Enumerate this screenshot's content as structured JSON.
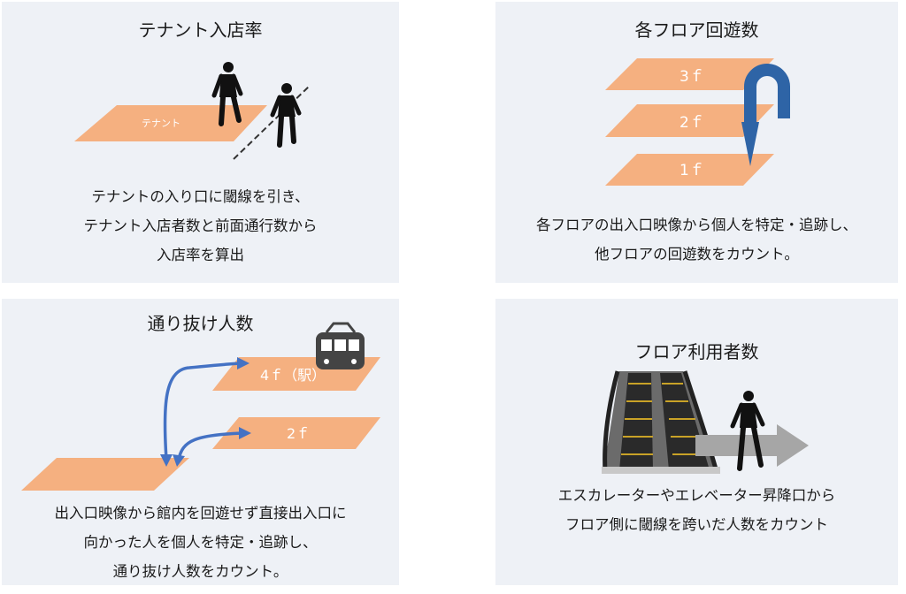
{
  "colors": {
    "panel": "#eef1f6",
    "plate": "#f5b080",
    "arrow_blue": "#4472c4",
    "uturn_blue": "#2e64a6",
    "arrow_gray": "#a6a6a6",
    "figure": "#111111"
  },
  "panels": [
    {
      "title": "テナント入店率",
      "labels": {
        "tenant": "テナント"
      },
      "lines": [
        "テナントの入り口に閾線を引き、",
        "テナント入店者数と前面通行数から",
        "入店率を算出"
      ]
    },
    {
      "title": "各フロア回遊数",
      "labels": {
        "f3": "3ｆ",
        "f2": "2ｆ",
        "f1": "1ｆ"
      },
      "lines": [
        "各フロアの出入口映像から個人を特定・追跡し、",
        "他フロアの回遊数をカウント。"
      ]
    },
    {
      "title": "通り抜け人数",
      "labels": {
        "f4": "4ｆ（駅）",
        "f2": "2ｆ"
      },
      "lines": [
        "出入口映像から館内を回遊せず直接出入口に",
        "向かった人を個人を特定・追跡し、",
        "通り抜け人数をカウント。"
      ]
    },
    {
      "title": "フロア利用者数",
      "lines": [
        "エスカレーターやエレベーター昇降口から",
        "フロア側に閾線を跨いだ人数をカウント"
      ]
    }
  ],
  "icons": {
    "walker": "person-walking-icon",
    "train": "train-icon",
    "escalator": "escalator-icon",
    "uturn": "u-turn-arrow-icon"
  }
}
